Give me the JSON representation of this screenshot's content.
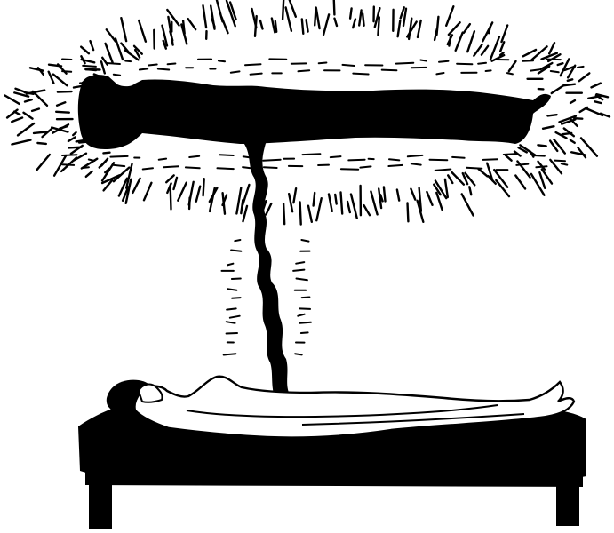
{
  "illustration": {
    "subject": "astral-projection",
    "colors": {
      "ink": "#000000",
      "paper": "#ffffff"
    },
    "elements": [
      "aura-hatching",
      "floating-silhouette",
      "silver-cord",
      "reclining-woman",
      "bed"
    ]
  }
}
